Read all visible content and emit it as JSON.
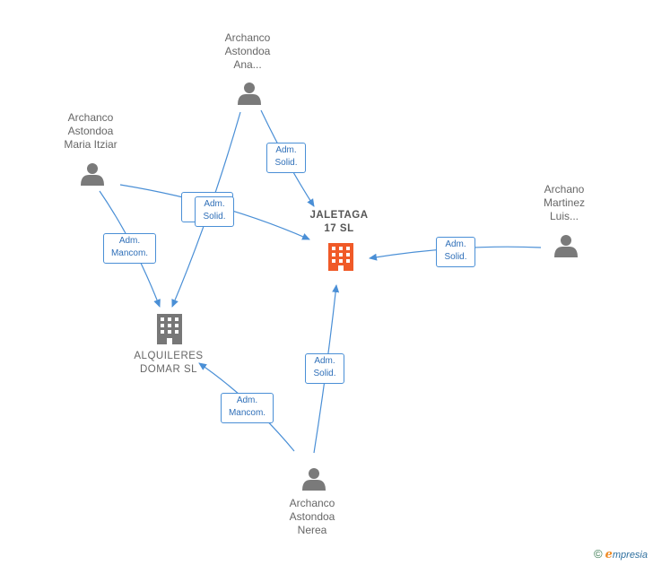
{
  "nodes": {
    "jaletaga": {
      "label": "JALETAGA\n17  SL",
      "color": "#f05a28"
    },
    "alquileres": {
      "label": "ALQUILERES\nDOMAR  SL",
      "color": "#777777"
    },
    "ana": {
      "label": "Archanco\nAstondoa\nAna..."
    },
    "itziar": {
      "label": "Archanco\nAstondoa\nMaria Itziar"
    },
    "luis": {
      "label": "Archano\nMartinez\nLuis..."
    },
    "nerea": {
      "label": "Archanco\nAstondoa\nNerea"
    }
  },
  "edges": {
    "ana_jaletaga": "Adm.\nSolid.",
    "ana_alquileres": "Adm.\nSolid.",
    "itziar_jaletaga": "M",
    "itziar_alquileres": "Adm.\nMancom.",
    "luis_jaletaga": "Adm.\nSolid.",
    "nerea_jaletaga": "Adm.\nSolid.",
    "nerea_alquileres": "Adm.\nMancom."
  },
  "colors": {
    "edge": "#4a8fd6",
    "person": "#7a7a7a"
  },
  "brand": {
    "copyright": "©",
    "initial": "e",
    "rest": "mpresia"
  }
}
